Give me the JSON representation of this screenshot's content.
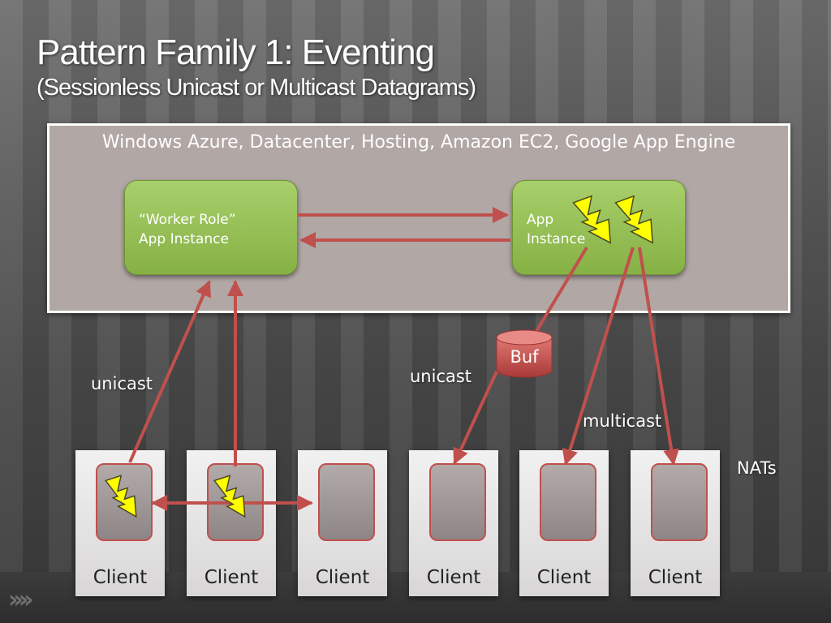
{
  "slide": {
    "title": "Pattern Family 1: Eventing",
    "subtitle": "(Sessionless Unicast or Multicast Datagrams)"
  },
  "cloud": {
    "label": "Windows Azure, Datacenter, Hosting, Amazon EC2, Google App Engine"
  },
  "nodes": {
    "worker_line1": "“Worker Role”",
    "worker_line2": "App Instance",
    "app_line1": "App",
    "app_line2": "Instance",
    "buffer": "Buf"
  },
  "edge_labels": {
    "left_unicast": "unicast",
    "center_unicast": "unicast",
    "multicast": "multicast",
    "nats": "NATs"
  },
  "clients": [
    "Client",
    "Client",
    "Client",
    "Client",
    "Client",
    "Client"
  ],
  "icons": [
    "lightning-icon"
  ],
  "colors": {
    "arrow": "#c0504d",
    "green_box": "#9bbb59",
    "lightning": "#ffff00",
    "cloud_box": "#b1a7a4"
  }
}
